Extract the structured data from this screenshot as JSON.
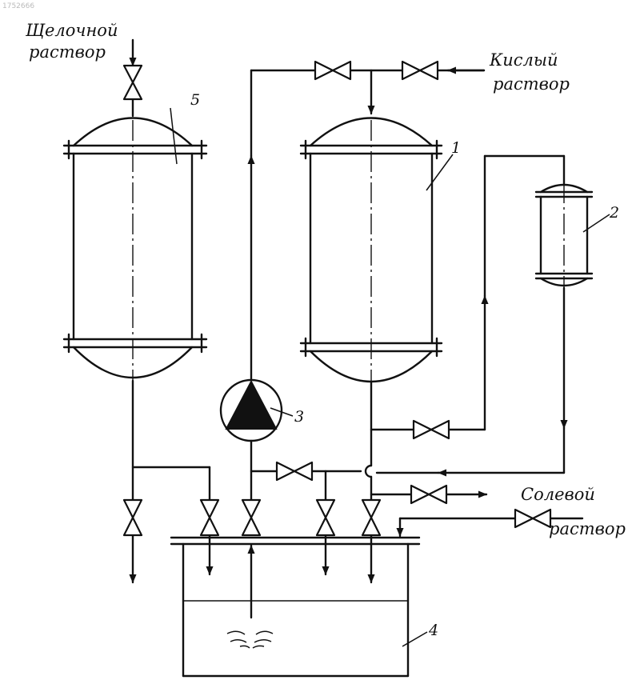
{
  "corner_code": "1752666",
  "labels": {
    "alkaline_line1": "Щелочной",
    "alkaline_line2": "раствор",
    "acid_line1": "Кислый",
    "acid_line2": "раствор",
    "salt_line1": "Солевой",
    "salt_line2": "раствор"
  },
  "numbers": {
    "tank_1": "1",
    "vessel_2": "2",
    "pump_3": "3",
    "tank_4": "4",
    "tank_5": "5"
  }
}
